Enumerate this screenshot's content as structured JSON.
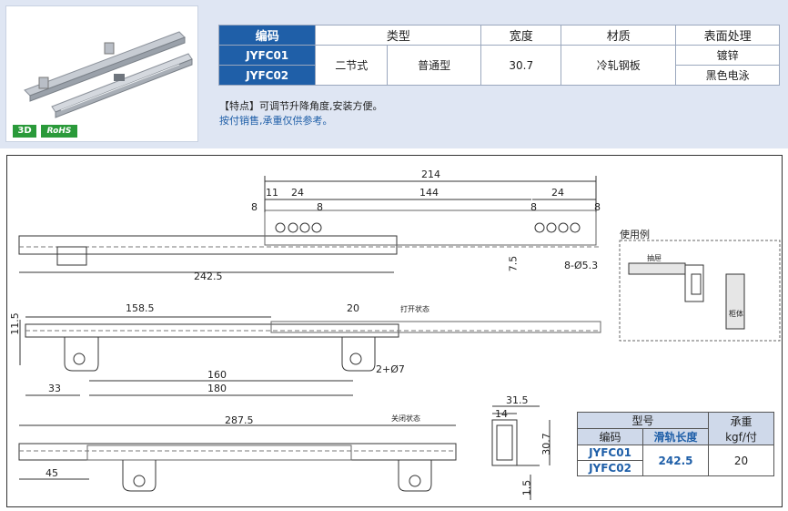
{
  "badges": {
    "three_d": "3D",
    "rohs": "RoHS"
  },
  "spec_table": {
    "headers": {
      "code": "编码",
      "type": "类型",
      "width": "宽度",
      "material": "材质",
      "surface": "表面处理"
    },
    "rows": [
      {
        "code": "JYFC01",
        "surface": "镀锌"
      },
      {
        "code": "JYFC02",
        "surface": "黑色电泳"
      }
    ],
    "type_a": "二节式",
    "type_b": "普通型",
    "width": "30.7",
    "material": "冷轧钢板"
  },
  "notes": {
    "feature": "【特点】可调节升降角度,安装方便。",
    "sale": "按付销售,承重仅供参考。"
  },
  "drawing": {
    "dims_top": {
      "d214": "214",
      "d11": "11",
      "d24a": "24",
      "d144": "144",
      "d24b": "24",
      "d8a": "8",
      "d8b": "8",
      "d8c": "8",
      "d8d": "8",
      "d7_5": "7.5",
      "holes": "8-Ø5.3",
      "d242_5": "242.5"
    },
    "dims_open": {
      "label": "打开状态",
      "d158_5": "158.5",
      "d20": "20",
      "d11_5": "11.5",
      "d160": "160",
      "d180": "180",
      "d33": "33",
      "holes": "2+Ø7"
    },
    "dims_closed": {
      "label": "关闭状态",
      "d287_5": "287.5",
      "d45": "45"
    },
    "dims_section": {
      "d31_5": "31.5",
      "d14": "14",
      "d30_7": "30.7",
      "d1_5": "1.5"
    },
    "usage": {
      "title": "使用例",
      "drawer": "抽屉",
      "cabinet": "柜体"
    }
  },
  "load_table": {
    "model_header": "型号",
    "load_header": "承重",
    "code_header": "编码",
    "length_header": "滑轨长度",
    "unit": "kgf/付",
    "codes": [
      "JYFC01",
      "JYFC02"
    ],
    "length": "242.5",
    "load": "20"
  }
}
